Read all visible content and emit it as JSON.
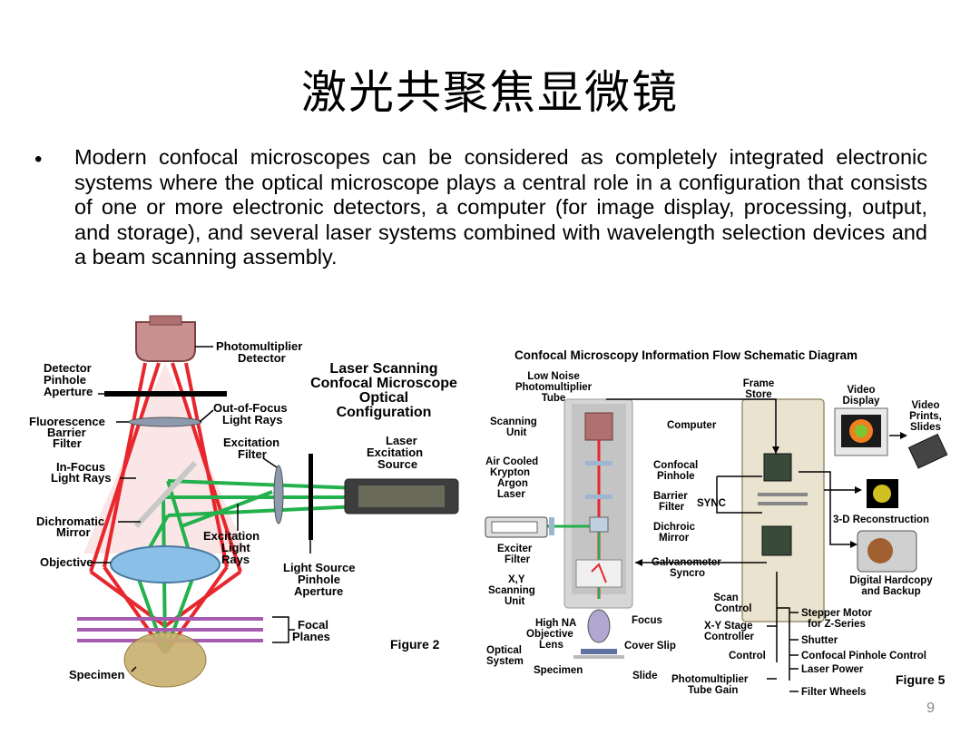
{
  "title": "激光共聚焦显微镜",
  "bullet": "Modern confocal microscopes can be considered as completely integrated electronic systems where the optical microscope plays a central role in a configuration that consists of one or more electronic detectors, a computer (for image display, processing, output, and storage), and several laser systems combined with wavelength selection devices and a beam scanning assembly.",
  "page_number": "9",
  "fig2": {
    "heading": [
      "Laser Scanning",
      "Confocal Microscope",
      "Optical",
      "Configuration"
    ],
    "caption": "Figure 2",
    "labels": {
      "pmt": [
        "Photomultiplier",
        "Detector"
      ],
      "det_pinhole": [
        "Detector",
        "Pinhole",
        "Aperture"
      ],
      "out_focus": [
        "Out-of-Focus",
        "Light Rays"
      ],
      "fluor_filter": [
        "Fluorescence",
        "Barrier",
        "Filter"
      ],
      "exc_filter": [
        "Excitation",
        "Filter"
      ],
      "laser_src": [
        "Laser",
        "Excitation",
        "Source"
      ],
      "in_focus": [
        "In-Focus",
        "Light Rays"
      ],
      "dichroic": [
        "Dichromatic",
        "Mirror"
      ],
      "exc_rays": [
        "Excitation",
        "Light",
        "Rays"
      ],
      "objective": "Objective",
      "ls_pinhole": [
        "Light Source",
        "Pinhole",
        "Aperture"
      ],
      "focal": [
        "Focal",
        "Planes"
      ],
      "specimen": "Specimen"
    }
  },
  "fig5": {
    "heading": "Confocal Microscopy Information Flow Schematic Diagram",
    "caption": "Figure 5",
    "labels": {
      "pmt": [
        "Low Noise",
        "Photomultiplier",
        "Tube"
      ],
      "scan_unit": [
        "Scanning",
        "Unit"
      ],
      "laser": [
        "Air Cooled",
        "Krypton",
        "Argon",
        "Laser"
      ],
      "exciter": [
        "Exciter",
        "Filter"
      ],
      "xy_scan": [
        "X,Y",
        "Scanning",
        "Unit"
      ],
      "high_na": [
        "High NA",
        "Objective"
      ],
      "lens": "Lens",
      "optical_system": [
        "Optical",
        "System"
      ],
      "focus": "Focus",
      "cover_slip": "Cover Slip",
      "specimen": "Specimen",
      "slide": "Slide",
      "confocal_pinhole": [
        "Confocal",
        "Pinhole"
      ],
      "barrier": [
        "Barrier",
        "Filter"
      ],
      "sync": "SYNC",
      "dichroic": [
        "Dichroic",
        "Mirror"
      ],
      "galvo": [
        "Galvanometer",
        "Syncro"
      ],
      "frame_store": [
        "Frame",
        "Store"
      ],
      "computer": "Computer",
      "video_display": [
        "Video",
        "Display"
      ],
      "video_prints": [
        "Video",
        "Prints,",
        "Slides"
      ],
      "reconstruction": "3-D Reconstruction",
      "hardcopy": [
        "Digital Hardcopy",
        "and Backup"
      ],
      "scan_control": [
        "Scan",
        "Control"
      ],
      "xy_stage": [
        "X-Y Stage",
        "Controller"
      ],
      "control": "Control",
      "pmt_gain": [
        "Photomultiplier",
        "Tube Gain"
      ],
      "outputs": [
        "Stepper Motor",
        "for Z-Series",
        "Shutter",
        "Confocal Pinhole Control",
        "Laser Power",
        "Filter Wheels"
      ]
    }
  },
  "colors": {
    "laser_green": "#22b14c",
    "emission_red": "#e8262d",
    "focal_purple": "#a65ab0"
  }
}
